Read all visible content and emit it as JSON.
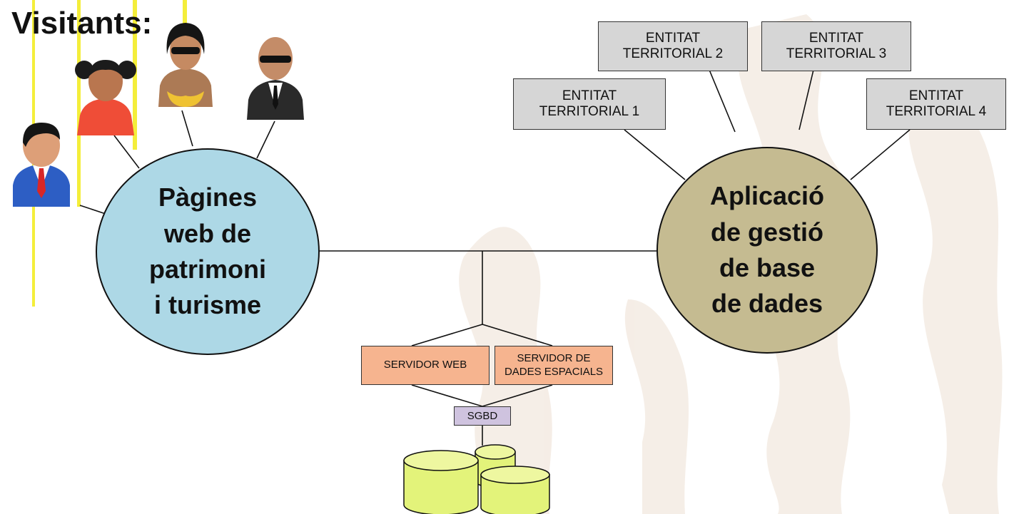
{
  "title": "Visitants:",
  "web_node": {
    "line1": "Pàgines",
    "line2": "web de",
    "line3": "patrimoni",
    "line4": "i turisme"
  },
  "app_node": {
    "line1": "Aplicació",
    "line2": "de gestió",
    "line3": "de base",
    "line4": "de dades"
  },
  "entities": [
    {
      "line1": "ENTITAT",
      "line2": "TERRITORIAL 1"
    },
    {
      "line1": "ENTITAT",
      "line2": "TERRITORIAL 2"
    },
    {
      "line1": "ENTITAT",
      "line2": "TERRITORIAL 3"
    },
    {
      "line1": "ENTITAT",
      "line2": "TERRITORIAL 4"
    }
  ],
  "servers": {
    "web": "SERVIDOR WEB",
    "spatial_line1": "SERVIDOR DE",
    "spatial_line2": "DADES ESPACIALS"
  },
  "sgbd": "SGBD",
  "icons": [
    "businessman-icon",
    "girl-icon",
    "woman-sunglasses-icon",
    "man-suit-sunglasses-icon",
    "database-cylinders-icon"
  ],
  "colors": {
    "web_circle": "#add8e6",
    "app_circle": "#c5bb91",
    "entity_box": "#d6d6d6",
    "server_box": "#f6b48f",
    "sgbd_box": "#cfc3df",
    "database": "#e3f37a"
  }
}
